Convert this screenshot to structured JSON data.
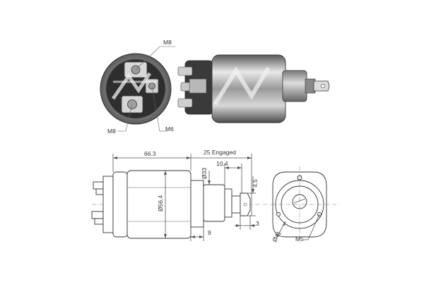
{
  "photo_callouts": {
    "m8_top": "M8",
    "m8_bottom": "M8",
    "m6": "M6"
  },
  "drawing_dims": {
    "length_overall": "66.3",
    "engaged": "25 Engaged",
    "diameter_body": "Ø56.4",
    "diameter_plunger": "Ø33",
    "shaft_length": "10.4",
    "slot_height": "4.5",
    "flange_gap": "9",
    "end_gap": "3",
    "diameter_flange": "Ø41",
    "thread": "M5"
  }
}
